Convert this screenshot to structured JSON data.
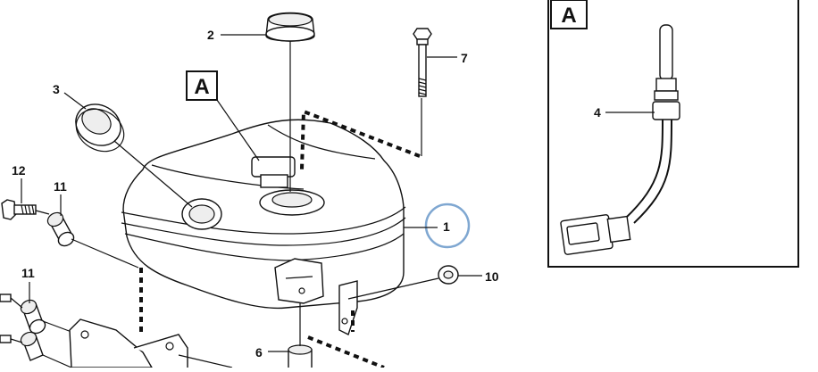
{
  "diagram": {
    "detail_tag": "A",
    "callouts": {
      "c1": "1",
      "c2": "2",
      "c3": "3",
      "c4": "4",
      "c6": "6",
      "c7": "7",
      "c10": "10",
      "c11a": "11",
      "c11b": "11",
      "c12": "12"
    },
    "colors": {
      "line": "#111111",
      "highlight_circle": "#7fa7d1"
    }
  }
}
